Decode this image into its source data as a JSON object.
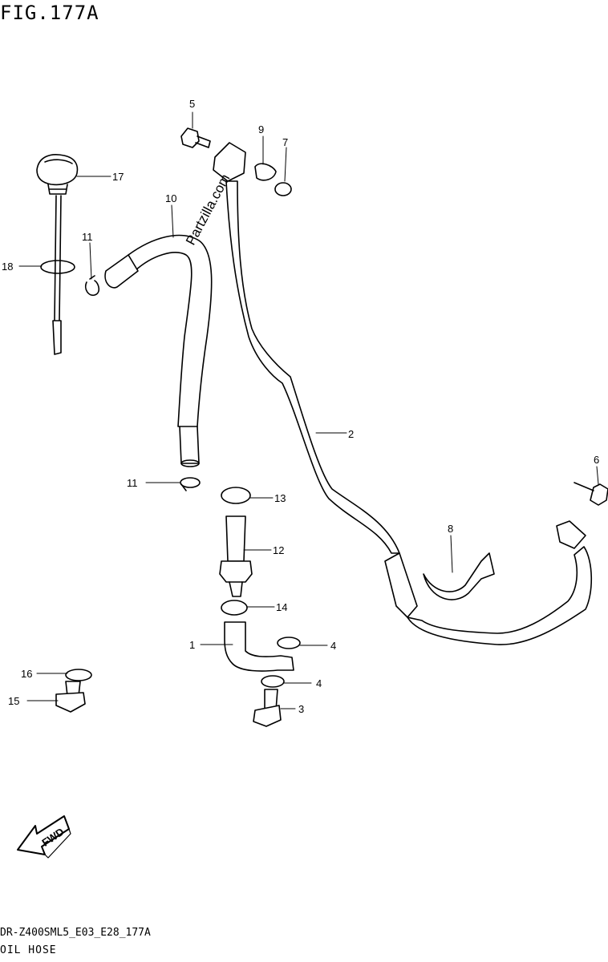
{
  "header": {
    "figure_title": "FIG.177A"
  },
  "footer": {
    "model_code": "DR-Z400SML5_E03_E28_177A",
    "section_name": "OIL HOSE",
    "fine_print": ""
  },
  "watermark": {
    "text": "Partzilla.com"
  },
  "fwd_label": "FWD",
  "callouts": [
    {
      "id": "c1",
      "label": "1"
    },
    {
      "id": "c2",
      "label": "2"
    },
    {
      "id": "c3",
      "label": "3"
    },
    {
      "id": "c4a",
      "label": "4"
    },
    {
      "id": "c4b",
      "label": "4"
    },
    {
      "id": "c5",
      "label": "5"
    },
    {
      "id": "c6",
      "label": "6"
    },
    {
      "id": "c7",
      "label": "7"
    },
    {
      "id": "c8",
      "label": "8"
    },
    {
      "id": "c9",
      "label": "9"
    },
    {
      "id": "c10",
      "label": "10"
    },
    {
      "id": "c11a",
      "label": "11"
    },
    {
      "id": "c11b",
      "label": "11"
    },
    {
      "id": "c12",
      "label": "12"
    },
    {
      "id": "c13",
      "label": "13"
    },
    {
      "id": "c14",
      "label": "14"
    },
    {
      "id": "c15",
      "label": "15"
    },
    {
      "id": "c16",
      "label": "16"
    },
    {
      "id": "c17",
      "label": "17"
    },
    {
      "id": "c18",
      "label": "18"
    }
  ]
}
